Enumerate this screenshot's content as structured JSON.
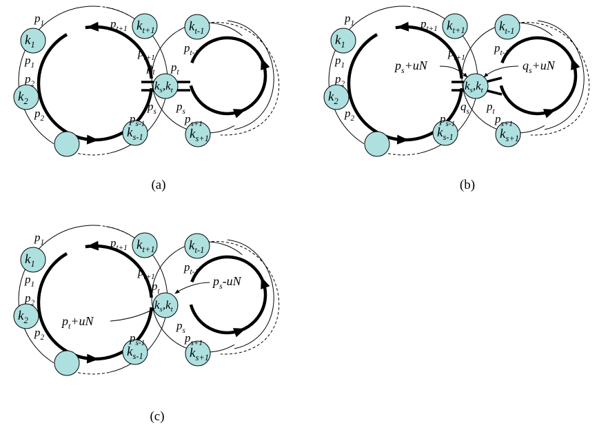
{
  "panels": [
    {
      "id": "a",
      "caption": "(a)",
      "nodes": {
        "k1": "k",
        "k1_sub": "1",
        "k2": "k",
        "k2_sub": "2",
        "kt1": "k",
        "kt1_sub": "t+1",
        "ksm1": "k",
        "ksm1_sub": "s-1",
        "ktm1": "k",
        "ktm1_sub": "t-1",
        "ksp1": "k",
        "ksp1_sub": "s+1",
        "center_a": "k",
        "center_a_sub": "s",
        "center_sep": ",",
        "center_b": "k",
        "center_b_sub": "t"
      },
      "edge_labels": {
        "p1_outer": {
          "base": "p",
          "sub": "1"
        },
        "p1_inner": {
          "base": "p",
          "sub": "1"
        },
        "p2_upper": {
          "base": "p",
          "sub": "2"
        },
        "p2_lower": {
          "base": "p",
          "sub": "2"
        },
        "pt1_outer": {
          "base": "p",
          "sub": "t+1"
        },
        "pt1_inner": {
          "base": "p",
          "sub": "t+1"
        },
        "pt_left": {
          "base": "p",
          "sub": "t"
        },
        "ps_left": {
          "base": "p",
          "sub": "s"
        },
        "psm1": {
          "base": "p",
          "sub": "s-1"
        },
        "ptm1": {
          "base": "p",
          "sub": "t-1"
        },
        "pt_right": {
          "base": "p",
          "sub": "t"
        },
        "ps_right": {
          "base": "p",
          "sub": "s"
        },
        "psp1": {
          "base": "p",
          "sub": "s+1"
        }
      }
    },
    {
      "id": "b",
      "caption": "(b)",
      "nodes": {
        "k1": "k",
        "k1_sub": "1",
        "k2": "k",
        "k2_sub": "2",
        "kt1": "k",
        "kt1_sub": "t+1",
        "ksm1": "k",
        "ksm1_sub": "s-1",
        "ktm1": "k",
        "ktm1_sub": "t-1",
        "ksp1": "k",
        "ksp1_sub": "s+1",
        "center_a": "k",
        "center_a_sub": "s",
        "center_sep": ",",
        "center_b": "k",
        "center_b_sub": "t"
      },
      "edge_labels": {
        "p1_outer": {
          "base": "p",
          "sub": "1"
        },
        "p1_inner": {
          "base": "p",
          "sub": "1"
        },
        "p2_upper": {
          "base": "p",
          "sub": "2"
        },
        "p2_lower": {
          "base": "p",
          "sub": "2"
        },
        "pt1_outer": {
          "base": "p",
          "sub": "t+1"
        },
        "pt1_inner": {
          "base": "p",
          "sub": "t+1"
        },
        "psm1": {
          "base": "p",
          "sub": "s-1"
        },
        "ptm1": {
          "base": "p",
          "sub": "t-1"
        },
        "qs": {
          "base": "q",
          "sub": "s"
        },
        "pt_right": {
          "base": "p",
          "sub": "t"
        },
        "psp1": {
          "base": "p",
          "sub": "s+1"
        }
      },
      "annotations": {
        "ann_left": {
          "base": "p",
          "sub": "s",
          "rest": "+uN"
        },
        "ann_right": {
          "base": "q",
          "sub": "s",
          "rest": "+uN"
        }
      }
    },
    {
      "id": "c",
      "caption": "(c)",
      "nodes": {
        "k1": "k",
        "k1_sub": "1",
        "k2": "k",
        "k2_sub": "2",
        "kt1": "k",
        "kt1_sub": "t+1",
        "ksm1": "k",
        "ksm1_sub": "s-1",
        "ktm1": "k",
        "ktm1_sub": "t-1",
        "ksp1": "k",
        "ksp1_sub": "s+1",
        "center_a": "k",
        "center_a_sub": "s",
        "center_sep": ",",
        "center_b": "k",
        "center_b_sub": "t"
      },
      "edge_labels": {
        "p1_outer": {
          "base": "p",
          "sub": "1"
        },
        "p1_inner": {
          "base": "p",
          "sub": "1"
        },
        "p2_upper": {
          "base": "p",
          "sub": "2"
        },
        "p2_lower": {
          "base": "p",
          "sub": "2"
        },
        "pt1_outer": {
          "base": "p",
          "sub": "t+1"
        },
        "pt1_inner": {
          "base": "p",
          "sub": "t+1"
        },
        "pt_left": {
          "base": "p",
          "sub": "t"
        },
        "psm1": {
          "base": "p",
          "sub": "s-1"
        },
        "ptm1": {
          "base": "p",
          "sub": "t-1"
        },
        "ps_right": {
          "base": "p",
          "sub": "s"
        },
        "psp1": {
          "base": "p",
          "sub": "s+1"
        }
      },
      "annotations": {
        "ann_right": {
          "base": "p",
          "sub": "s",
          "rest": "-uN"
        },
        "ann_left": {
          "base": "p",
          "sub": "t",
          "rest": "+uN"
        }
      }
    }
  ],
  "colors": {
    "node_fill": "#aee0e0",
    "stroke": "#000000"
  }
}
